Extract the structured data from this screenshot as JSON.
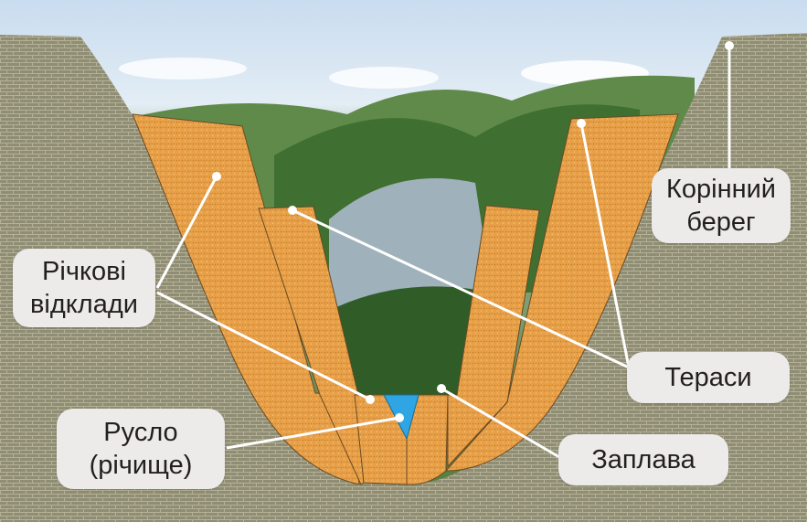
{
  "labels": {
    "korinnyi_bereh": [
      "Корінний",
      "берег"
    ],
    "richkovi_vidklady": [
      "Річкові",
      "відклади"
    ],
    "terasy": [
      "Тераси"
    ],
    "ruslo": [
      "Русло",
      "(річище)"
    ],
    "zaplava": [
      "Заплава"
    ]
  },
  "colors": {
    "bedrock": "#8f8d74",
    "sediment": "#e8a048",
    "water": "#2fa6e3",
    "callout_bg": "#ecebea",
    "leader": "#ffffff"
  }
}
